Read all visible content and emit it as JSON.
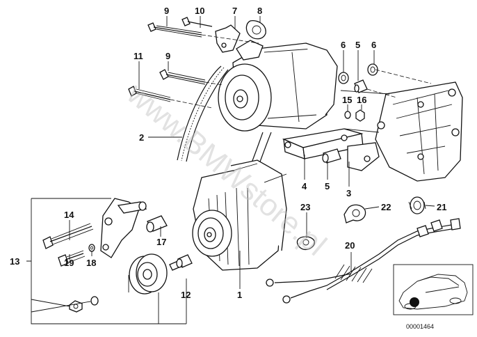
{
  "callouts": {
    "c1": "1",
    "c2": "2",
    "c3": "3",
    "c4": "4",
    "c5a": "5",
    "c5b": "5",
    "c6a": "6",
    "c6b": "6",
    "c7": "7",
    "c8": "8",
    "c9a": "9",
    "c9b": "9",
    "c10": "10",
    "c11": "11",
    "c12": "12",
    "c13": "13",
    "c14": "14",
    "c15": "15",
    "c16": "16",
    "c17": "17",
    "c18": "18",
    "c19": "19",
    "c20": "20",
    "c21": "21",
    "c22": "22",
    "c23": "23"
  },
  "watermark": "www.BMWstore.pl",
  "diagram_code": "00001464",
  "icons": {
    "inset": "car-location-icon"
  }
}
